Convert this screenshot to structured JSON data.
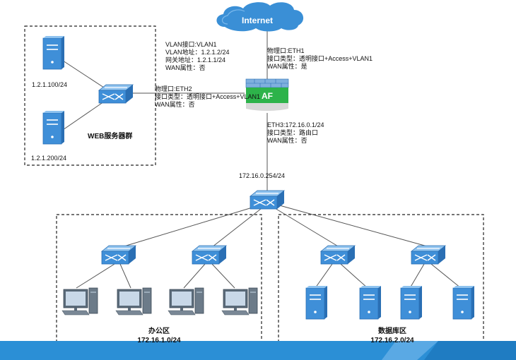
{
  "colors": {
    "cloud": "#3a8fd6",
    "device": "#3f8fd8",
    "device_dark": "#2a6fb4",
    "firewall_green": "#2db34a",
    "band": "#2b8fd6"
  },
  "internet": {
    "label": "Internet"
  },
  "web_group": {
    "name": "WEB服务器群",
    "server1_ip": "1.2.1.100/24",
    "server2_ip": "1.2.1.200/24"
  },
  "eth2_vlan": {
    "vlan_if": "VLAN接口:VLAN1",
    "vlan_addr": "VLAN地址：1.2.1.2/24",
    "gateway": "网关地址：1.2.1.1/24",
    "wan": "WAN属性：否"
  },
  "eth2": {
    "phys": "物理口:ETH2",
    "type": "接口类型：透明接口+Access+VLAN1",
    "wan": "WAN属性：否"
  },
  "eth1": {
    "phys": "物理口:ETH1",
    "type": "接口类型：透明接口+Access+VLAN1",
    "wan": "WAN属性：是"
  },
  "eth3": {
    "addr": "ETH3:172.16.0.1/24",
    "type": "接口类型：路由口",
    "wan": "WAN属性：否"
  },
  "af": {
    "label": "AF"
  },
  "core": {
    "ip": "172.16.0.254/24"
  },
  "office": {
    "name": "办公区",
    "net": "172.16.1.0/24"
  },
  "database": {
    "name": "数据库区",
    "net": "172.16.2.0/24"
  }
}
